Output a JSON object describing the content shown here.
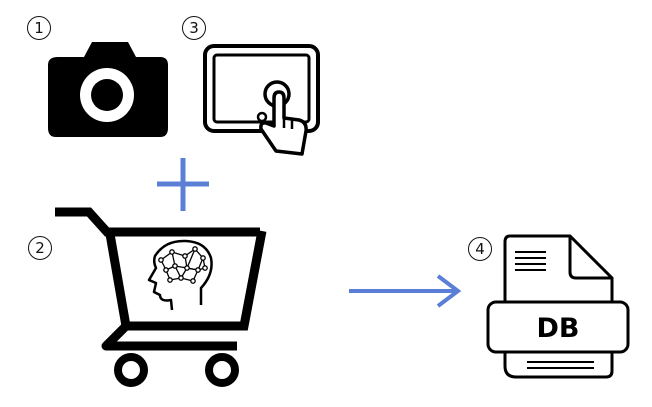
{
  "markers": {
    "camera": "1",
    "touch": "3",
    "cart": "2",
    "database": "4"
  },
  "database": {
    "label": "DB"
  },
  "icons": {
    "camera": "camera-icon",
    "touch": "touchscreen-tap-icon",
    "cart": "shopping-cart-icon",
    "ai_head": "ai-brain-head-icon",
    "database": "database-file-icon",
    "plus": "plus-icon",
    "arrow": "right-arrow-icon"
  },
  "colors": {
    "ink": "#000000",
    "accent": "#5b7fd6"
  }
}
